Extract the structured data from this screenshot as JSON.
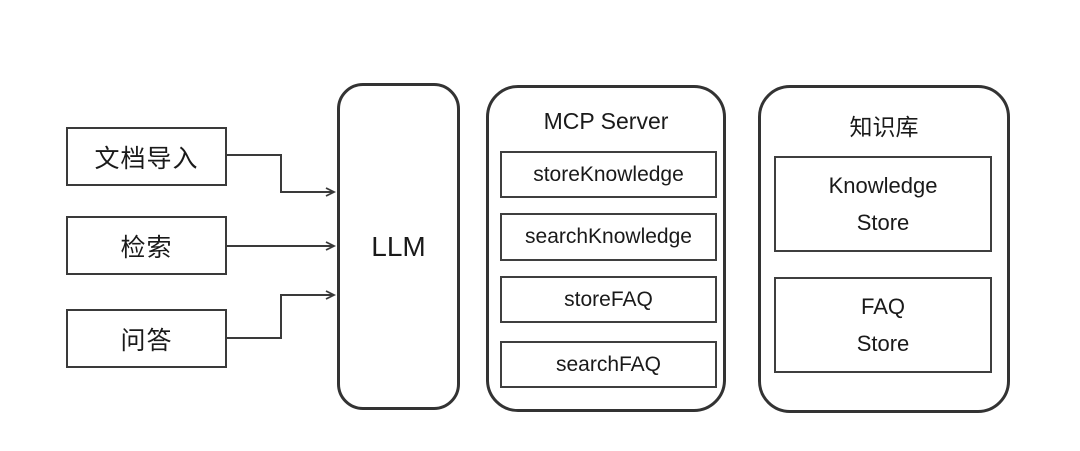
{
  "diagram": {
    "background": "#ffffff",
    "border_color": "#333333",
    "text_color": "#1a1a1a",
    "inputs": [
      {
        "label": "文档导入"
      },
      {
        "label": "检索"
      },
      {
        "label": "问答"
      }
    ],
    "llm": {
      "label": "LLM"
    },
    "mcp_server": {
      "title": "MCP Server",
      "tools": [
        {
          "label": "storeKnowledge"
        },
        {
          "label": "searchKnowledge"
        },
        {
          "label": "storeFAQ"
        },
        {
          "label": "searchFAQ"
        }
      ]
    },
    "knowledge_base": {
      "title": "知识库",
      "stores": [
        {
          "lines": [
            "Knowledge",
            "Store"
          ]
        },
        {
          "lines": [
            "FAQ",
            "Store"
          ]
        }
      ]
    }
  }
}
